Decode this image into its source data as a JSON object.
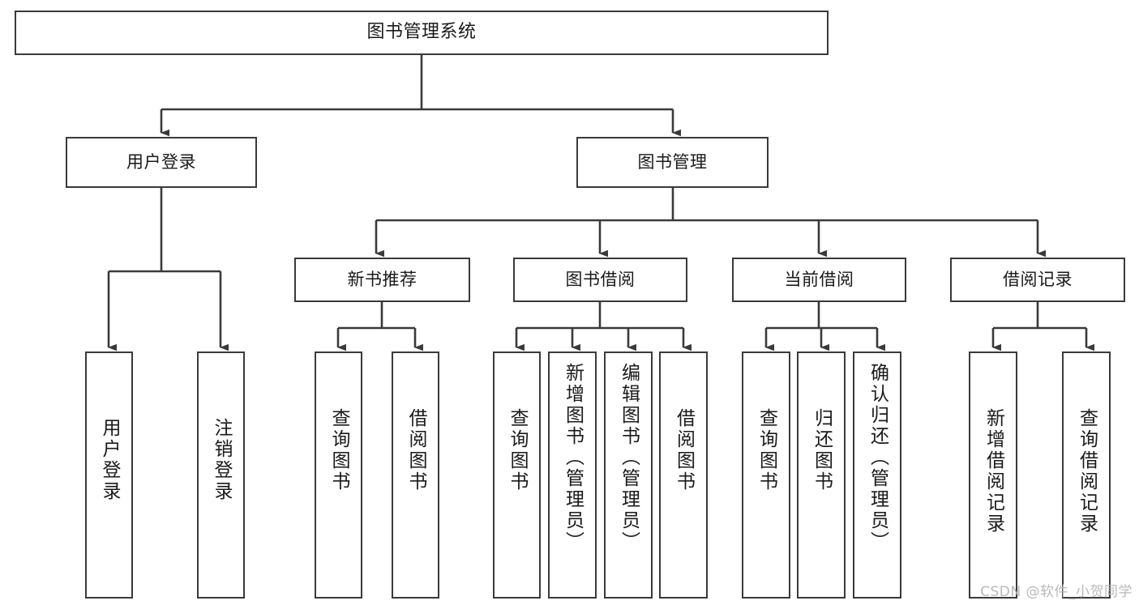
{
  "diagram": {
    "type": "tree",
    "title": "图书管理系统",
    "orientation": "top-down",
    "colors": {
      "background": "#ffffff",
      "stroke": "#3a3a3a",
      "text": "#1a1a1a",
      "watermark": "#b9b9b9"
    },
    "levels": {
      "root": {
        "label": "图书管理系统"
      },
      "level2": [
        {
          "label": "用户登录"
        },
        {
          "label": "图书管理"
        }
      ],
      "level3": [
        {
          "label": "新书推荐"
        },
        {
          "label": "图书借阅"
        },
        {
          "label": "当前借阅"
        },
        {
          "label": "借阅记录"
        }
      ],
      "leaves": {
        "user_login": [
          {
            "label": "用户登录"
          },
          {
            "label": "注销登录"
          }
        ],
        "new_book": [
          {
            "label": "查询图书"
          },
          {
            "label": "借阅图书"
          }
        ],
        "borrow": [
          {
            "label": "查询图书"
          },
          {
            "label": "新增图书（管理员）"
          },
          {
            "label": "编辑图书（管理员）"
          },
          {
            "label": "借阅图书"
          }
        ],
        "current": [
          {
            "label": "查询图书"
          },
          {
            "label": "归还图书"
          },
          {
            "label": "确认归还（管理员）"
          }
        ],
        "records": [
          {
            "label": "新增借阅记录"
          },
          {
            "label": "查询借阅记录"
          }
        ]
      }
    }
  },
  "watermark": {
    "text": "CSDN @软件_小贺同学"
  }
}
